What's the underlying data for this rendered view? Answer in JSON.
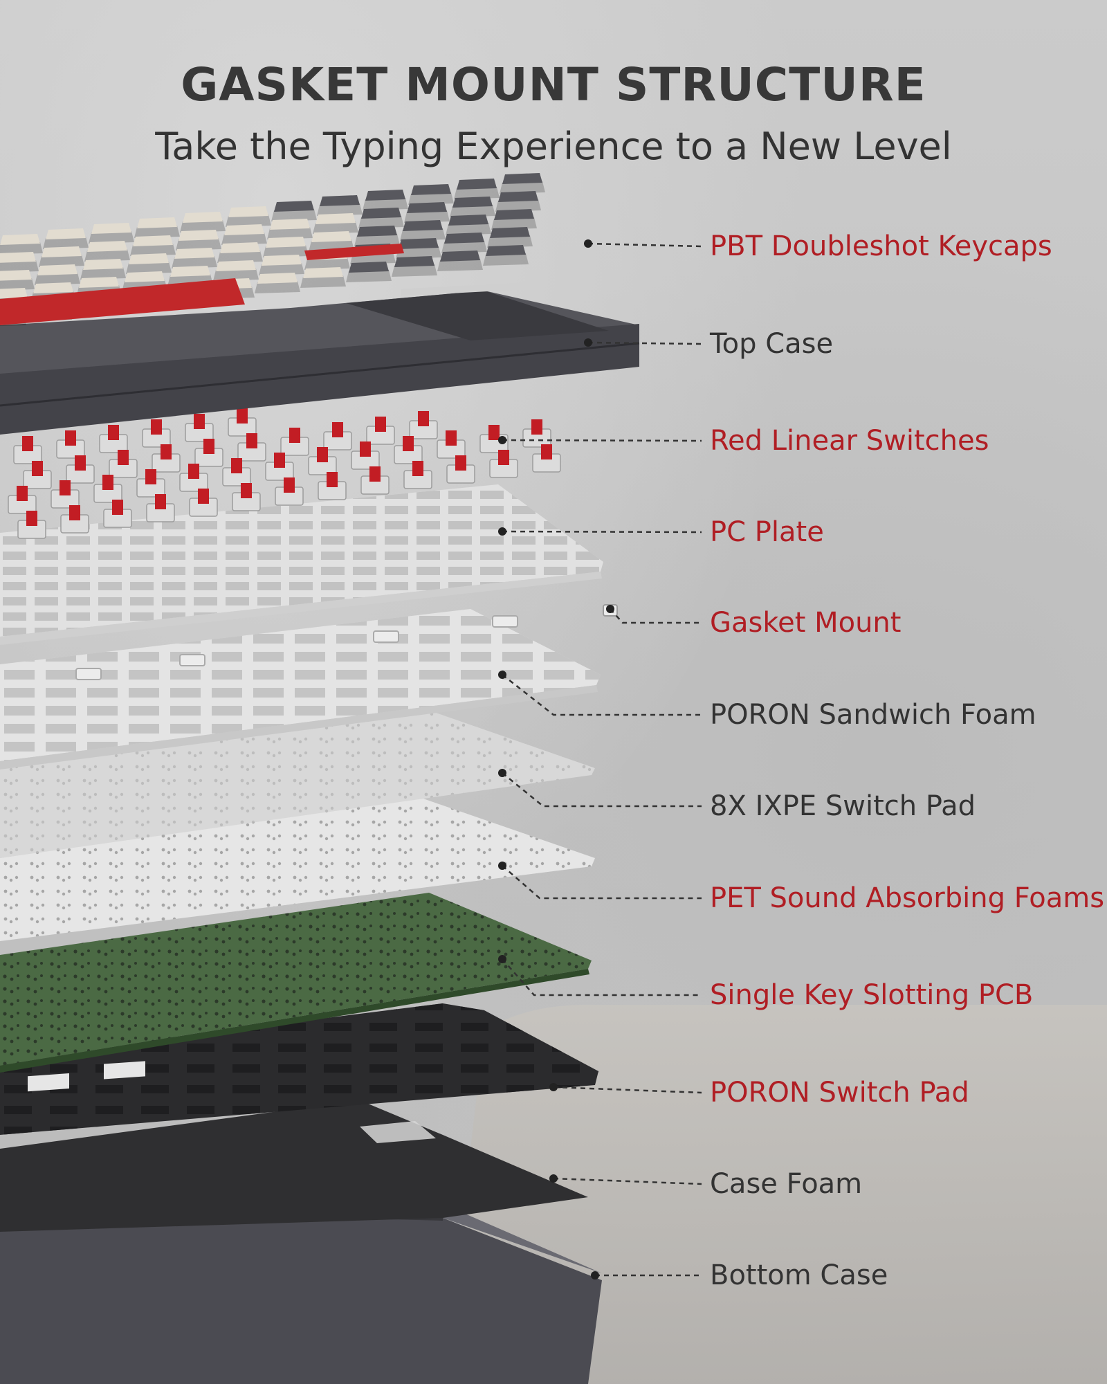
{
  "header": {
    "title": "GASKET MOUNT STRUCTURE",
    "subtitle": "Take the Typing Experience to a New Level"
  },
  "colors": {
    "accent": "#b01e24",
    "text": "#333333",
    "keycap_light": "#e2dcd0",
    "keycap_dark": "#58585e",
    "keycap_red": "#c1282a",
    "case": "#4c4c52",
    "switch_housing": "#dcdcdc",
    "switch_stem": "#c21d24",
    "pcb": "#4b6a44",
    "foam_dark": "#2e2e30",
    "pad": "#e8e8e8"
  },
  "layers": [
    {
      "label": "PBT Doubleshot Keycaps",
      "highlight": true
    },
    {
      "label": "Top Case",
      "highlight": false
    },
    {
      "label": "Red Linear Switches",
      "highlight": true
    },
    {
      "label": "PC Plate",
      "highlight": true
    },
    {
      "label": "Gasket Mount",
      "highlight": true
    },
    {
      "label": "PORON Sandwich Foam",
      "highlight": false
    },
    {
      "label": "8X IXPE Switch Pad",
      "highlight": false
    },
    {
      "label": "PET Sound Absorbing Foams",
      "highlight": true
    },
    {
      "label": "Single Key Slotting PCB",
      "highlight": true
    },
    {
      "label": "PORON Switch Pad",
      "highlight": true
    },
    {
      "label": "Case Foam",
      "highlight": false
    },
    {
      "label": "Bottom Case",
      "highlight": false
    }
  ]
}
